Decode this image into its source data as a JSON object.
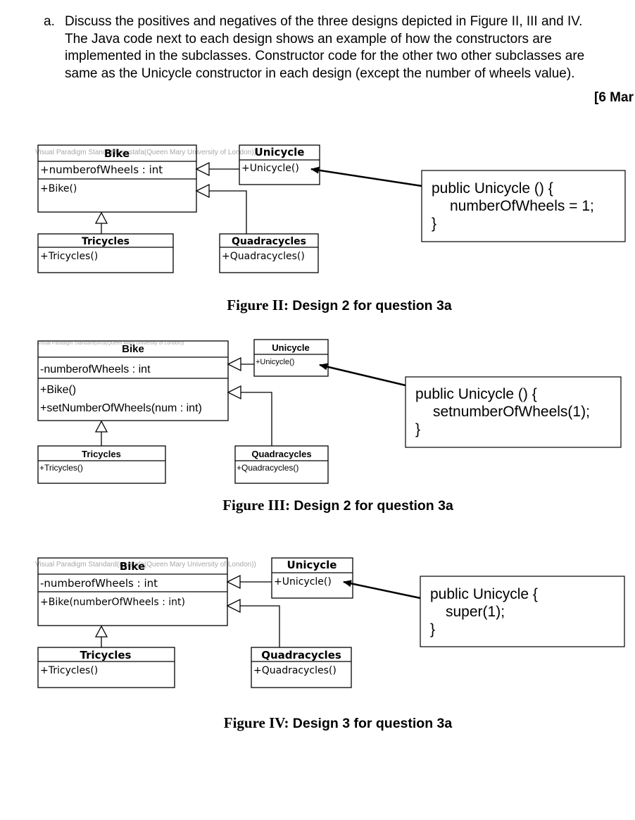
{
  "question": {
    "label": "a.",
    "lines": [
      "Discuss the positives and negatives of the three designs depicted in Figure II, III and IV.",
      "The Java code next to each design shows an example of how the constructors are",
      "implemented in the subclasses. Constructor code for the other two other subclasses are",
      "same as the Unicycle constructor in each design (except the number of wheels value)."
    ],
    "marks": "[6 Mar"
  },
  "figures": [
    {
      "watermark": "Visual Paradigm Standard(mustafa(Queen Mary University of London))",
      "bike": {
        "name": "Bike",
        "attribute": "+numberofWheels : int",
        "methods": [
          "+Bike()"
        ]
      },
      "unicycle": {
        "name": "Unicycle",
        "method": "+Unicycle()"
      },
      "tricycles": {
        "name": "Tricycles",
        "method": "+Tricycles()"
      },
      "quadracycles": {
        "name": "Quadracycles",
        "method": "+Quadracycles()"
      },
      "code": [
        "public Unicycle () {",
        "numberOfWheels = 1;",
        "}"
      ],
      "caption_prefix": "Figure II: ",
      "caption_rest": "Design 2 for question 3a"
    },
    {
      "watermark": "Visual Paradigm Standard(orca(Queen Mary University of London))",
      "bike": {
        "name": "Bike",
        "attribute": "-numberofWheels : int",
        "methods": [
          "+Bike()",
          "+setNumberOfWheels(num : int)"
        ]
      },
      "unicycle": {
        "name": "Unicycle",
        "method": "+Unicycle()"
      },
      "tricycles": {
        "name": "Tricycles",
        "method": "+Tricycles()"
      },
      "quadracycles": {
        "name": "Quadracycles",
        "method": "+Quadracycles()"
      },
      "code": [
        "public Unicycle () {",
        "setnumberOfWheels(1);",
        "}"
      ],
      "caption_prefix": "Figure III: ",
      "caption_rest": "Design 2 for question 3a"
    },
    {
      "watermark": "Visual Paradigm Standard(mustafa(Queen Mary University of London))",
      "bike": {
        "name": "Bike",
        "attribute": "-numberofWheels : int",
        "methods": [
          "+Bike(numberOfWheels : int)"
        ]
      },
      "unicycle": {
        "name": "Unicycle",
        "method": "+Unicycle()"
      },
      "tricycles": {
        "name": "Tricycles",
        "method": "+Tricycles()"
      },
      "quadracycles": {
        "name": "Quadracycles",
        "method": "+Quadracycles()"
      },
      "code": [
        "public Unicycle {",
        "super(1);",
        "}"
      ],
      "caption_prefix": "Figure IV: ",
      "caption_rest": "Design 3 for question 3a"
    }
  ]
}
